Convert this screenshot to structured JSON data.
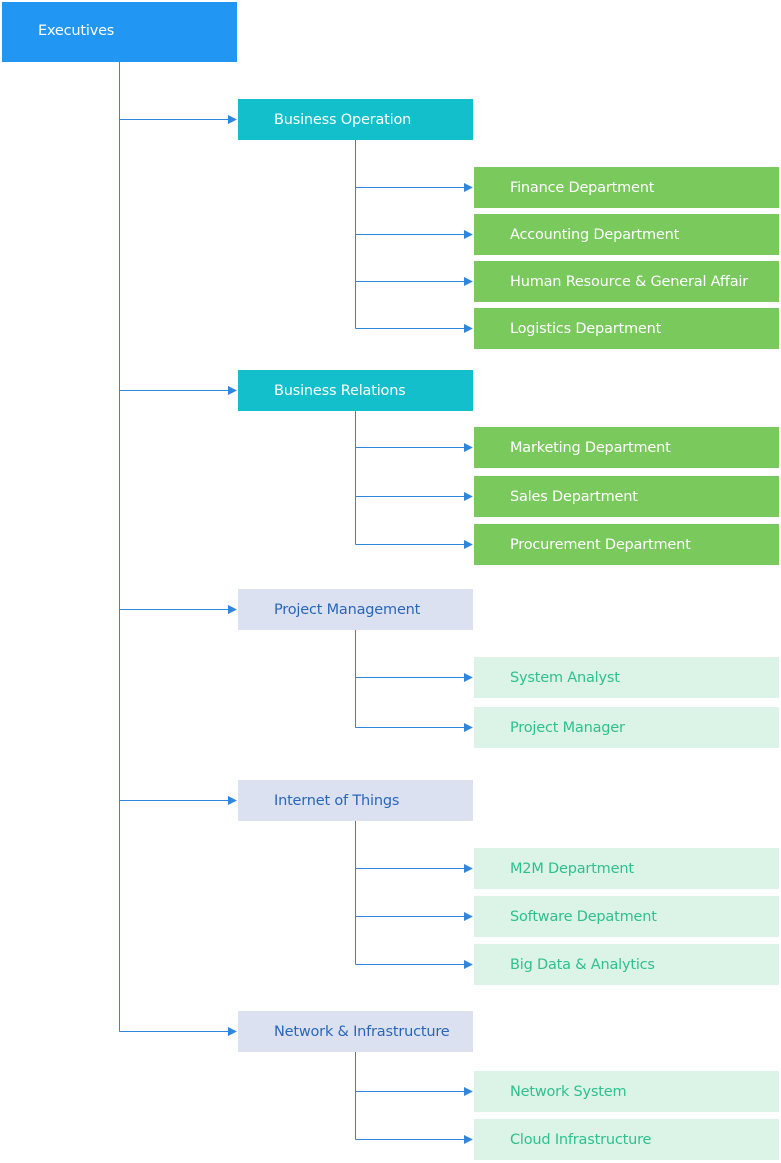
{
  "diagram": {
    "root": {
      "label": "Executives"
    },
    "divisions": [
      {
        "label": "Business Operation",
        "style": "teal",
        "departments": [
          {
            "label": "Finance Department"
          },
          {
            "label": "Accounting Department"
          },
          {
            "label": "Human Resource & General Affair"
          },
          {
            "label": "Logistics Department"
          }
        ]
      },
      {
        "label": "Business Relations",
        "style": "teal",
        "departments": [
          {
            "label": "Marketing Department"
          },
          {
            "label": "Sales Department"
          },
          {
            "label": "Procurement Department"
          }
        ]
      },
      {
        "label": "Project Management",
        "style": "lav",
        "departments": [
          {
            "label": "System Analyst"
          },
          {
            "label": "Project Manager"
          }
        ]
      },
      {
        "label": "Internet of Things",
        "style": "lav",
        "departments": [
          {
            "label": "M2M Department"
          },
          {
            "label": "Software Depatment"
          },
          {
            "label": "Big Data & Analytics"
          }
        ]
      },
      {
        "label": "Network & Infrastructure",
        "style": "lav",
        "departments": [
          {
            "label": "Network System"
          },
          {
            "label": "Cloud Infrastructure"
          }
        ]
      }
    ],
    "colors": {
      "root": "#2196f3",
      "division_primary": "#12bfca",
      "division_secondary": "#dbe1f1",
      "department_primary": "#79c95d",
      "department_secondary": "#dcf3e7",
      "connector": "#2f86dd"
    }
  }
}
